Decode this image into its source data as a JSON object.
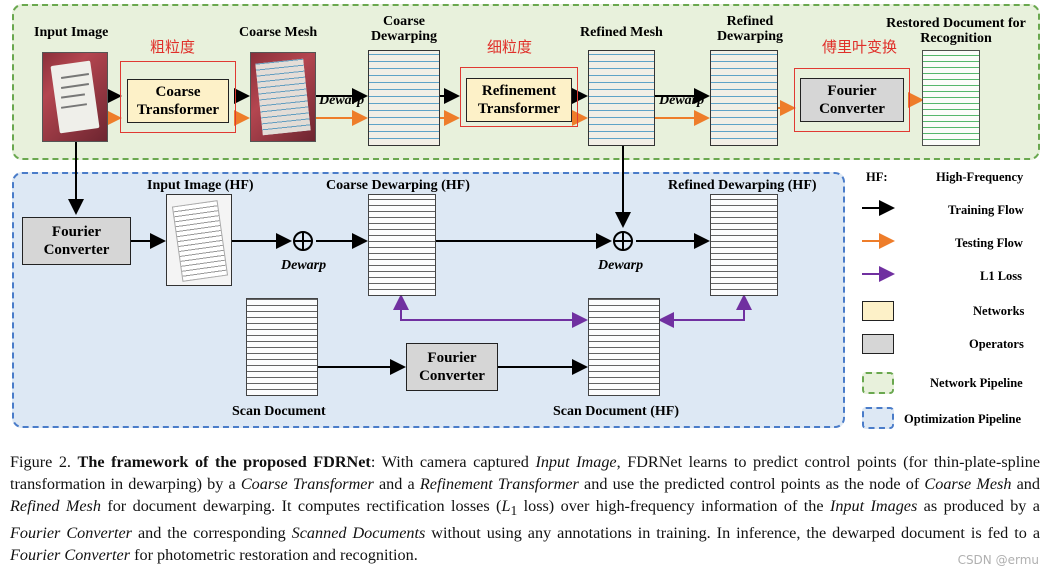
{
  "labels": {
    "input_image": "Input Image",
    "coarse_mesh": "Coarse Mesh",
    "coarse_dewarping": "Coarse Dewarping",
    "refined_mesh": "Refined Mesh",
    "refined_dewarping": "Refined Dewarping",
    "restored_document": "Restored Document for Recognition",
    "input_image_hf": "Input Image (HF)",
    "coarse_dewarping_hf": "Coarse Dewarping (HF)",
    "refined_dewarping_hf": "Refined Dewarping (HF)",
    "scan_document": "Scan Document",
    "scan_document_hf": "Scan Document (HF)"
  },
  "chinese_notes": {
    "coarse": "粗粒度",
    "fine": "细粒度",
    "fourier": "傅里叶变换"
  },
  "boxes": {
    "coarse_transformer": "Coarse Transformer",
    "refinement_transformer": "Refinement Transformer",
    "fourier_top": "Fourier Converter",
    "fourier_left": "Fourier Converter",
    "fourier_bottom": "Fourier Converter"
  },
  "ops": {
    "dewarp": "Dewarp"
  },
  "legend": {
    "hf_key": "HF:",
    "hf_value": "High-Frequency",
    "training_flow": "Training Flow",
    "testing_flow": "Testing Flow",
    "l1_loss": "L1 Loss",
    "networks": "Networks",
    "operators": "Operators",
    "network_pipeline": "Network Pipeline",
    "optimization_pipeline": "Optimization Pipeline"
  },
  "colors": {
    "training": "#000000",
    "testing": "#ee7d2a",
    "l1_loss": "#7030a0",
    "network_fill": "#fdf1c8",
    "operator_fill": "#d6d6d6",
    "network_pipeline": "#6aa84f",
    "optimization_pipeline": "#4a7cc9",
    "chinese_annotation": "#e0302a"
  },
  "caption": {
    "fig_label": "Figure 2.",
    "title": "The framework of the proposed FDRNet",
    "t1": ": With camera captured ",
    "i1": "Input Image",
    "t2": ", FDRNet learns to predict control points (for thin-plate-spline transformation in dewarping) by a ",
    "i2": "Coarse Transformer",
    "t3": " and a ",
    "i3": "Refinement Transformer",
    "t4": " and use the predicted control points as the node of ",
    "i4": "Coarse Mesh",
    "t5": " and ",
    "i5": "Refined Mesh",
    "t6": " for document dewarping.  It computes rectification losses (",
    "i6": "L",
    "sub6": "1",
    "t7": " loss) over high-frequency information of the ",
    "i7": "Input Images",
    "t8": " as produced by a ",
    "i8": "Fourier Converter",
    "t9": " and the corresponding ",
    "i9": "Scanned Documents",
    "t10": " without using any annotations in training. In inference, the dewarped document is fed to a ",
    "i10": "Fourier Converter",
    "t11": " for photometric restoration and recognition."
  },
  "watermark": "CSDN @ermu"
}
